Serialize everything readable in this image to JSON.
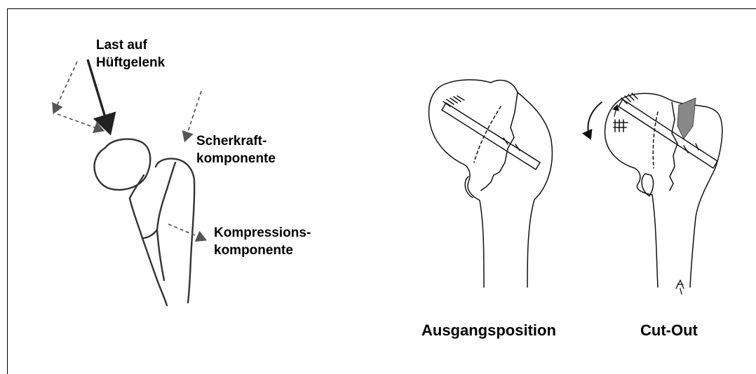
{
  "left_diagram": {
    "load_label_line1": "Last auf",
    "load_label_line2": "Hüftgelenk",
    "shear_label_line1": "Scherkraft-",
    "shear_label_line2": "komponente",
    "compression_label_line1": "Kompressions-",
    "compression_label_line2": "komponente"
  },
  "right_diagram": {
    "left_caption": "Ausgangsposition",
    "right_caption": "Cut-Out"
  },
  "colors": {
    "line": "#000000",
    "dashed_arrow": "#555555",
    "sketch_line": "#333333",
    "shading": "#888888"
  }
}
